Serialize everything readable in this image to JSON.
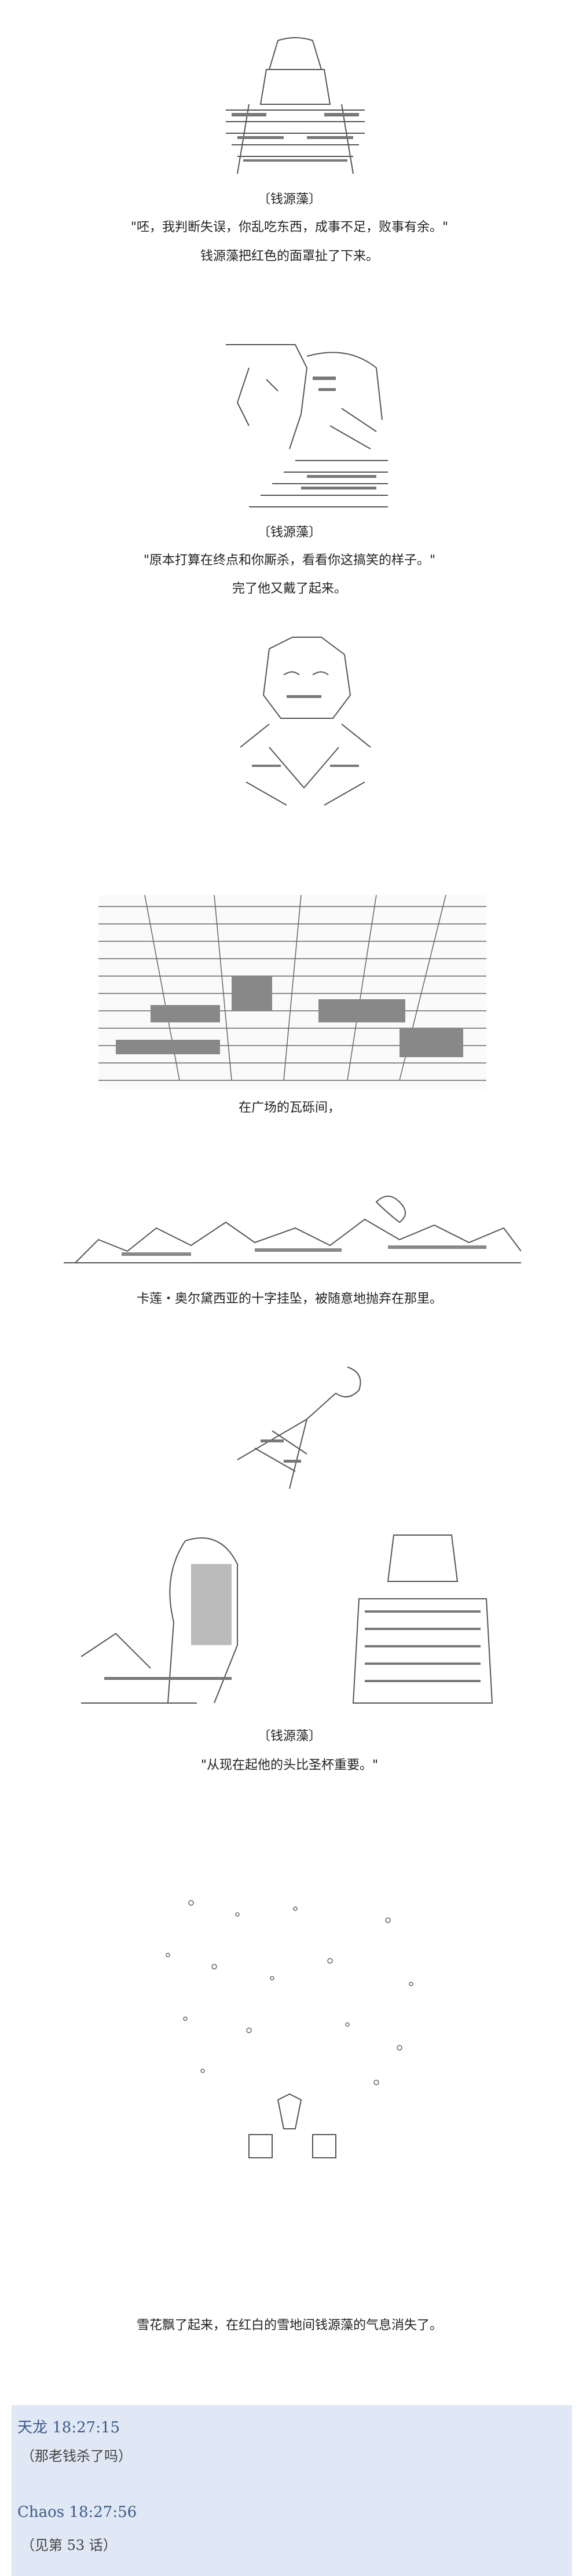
{
  "post": {
    "speaker": "〔钱源藻〕",
    "lines": {
      "l1": "\"呸，我判断失误，你乱吃东西，成事不足，败事有余。\"",
      "l2": "钱源藻把红色的面罩扯了下来。",
      "l3": "\"原本打算在终点和你厮杀，看看你这搞笑的样子。\"",
      "l4": "完了他又戴了起来。",
      "l5": "在广场的瓦砾间，",
      "l6": "卡莲・奥尔黛西亚的十字挂坠，被随意地抛弃在那里。",
      "l7": "\"从现在起他的头比圣杯重要。\"",
      "l8": "雪花飘了起来，在红白的雪地间钱源藻的气息消失了。"
    }
  },
  "comments": [
    {
      "author": "天龙 18:27:15",
      "text": "（那老钱杀了吗）"
    },
    {
      "author": "Chaos 18:27:56",
      "text": "（见第 53 话）"
    }
  ]
}
